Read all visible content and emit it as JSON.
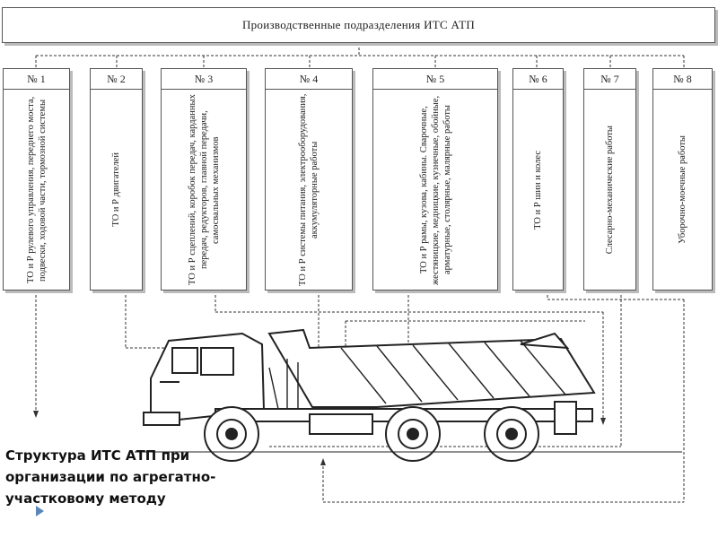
{
  "header": {
    "title": "Производственные подразделения ИТС АТП"
  },
  "units": [
    {
      "num": "№ 1",
      "text": "ТО и Р рулевого управления, переднего моста, подвески, ходовой части, тормозной системы"
    },
    {
      "num": "№ 2",
      "text": "ТО и Р двигателей"
    },
    {
      "num": "№ 3",
      "text": "ТО и Р сцеплений, коробок передач, карданных передач, редукторов, главной передачи, самосвальных механизмов"
    },
    {
      "num": "№ 4",
      "text": "ТО и Р системы питания, электрооборудования, аккумуляторные работы"
    },
    {
      "num": "№ 5",
      "text": "ТО и Р рамы, кузова, кабины. Сварочные, жестяницкие, медницкие, кузнечные, обойные, арматурные, столярные, малярные работы"
    },
    {
      "num": "№ 6",
      "text": "ТО и Р шин и колес"
    },
    {
      "num": "№ 7",
      "text": "Слесарно-механические работы"
    },
    {
      "num": "№ 8",
      "text": "Уборочно-моечные работы"
    }
  ],
  "caption": {
    "text": "Структура ИТС АТП при организации по агрегатно-участковому методу"
  },
  "colors": {
    "line": "#333333",
    "shadow": "#bbbbbb",
    "bullet": "#5a86b8"
  },
  "icons": {
    "vehicle": "dump-truck-icon",
    "bullet": "triangle-bullet-icon"
  }
}
